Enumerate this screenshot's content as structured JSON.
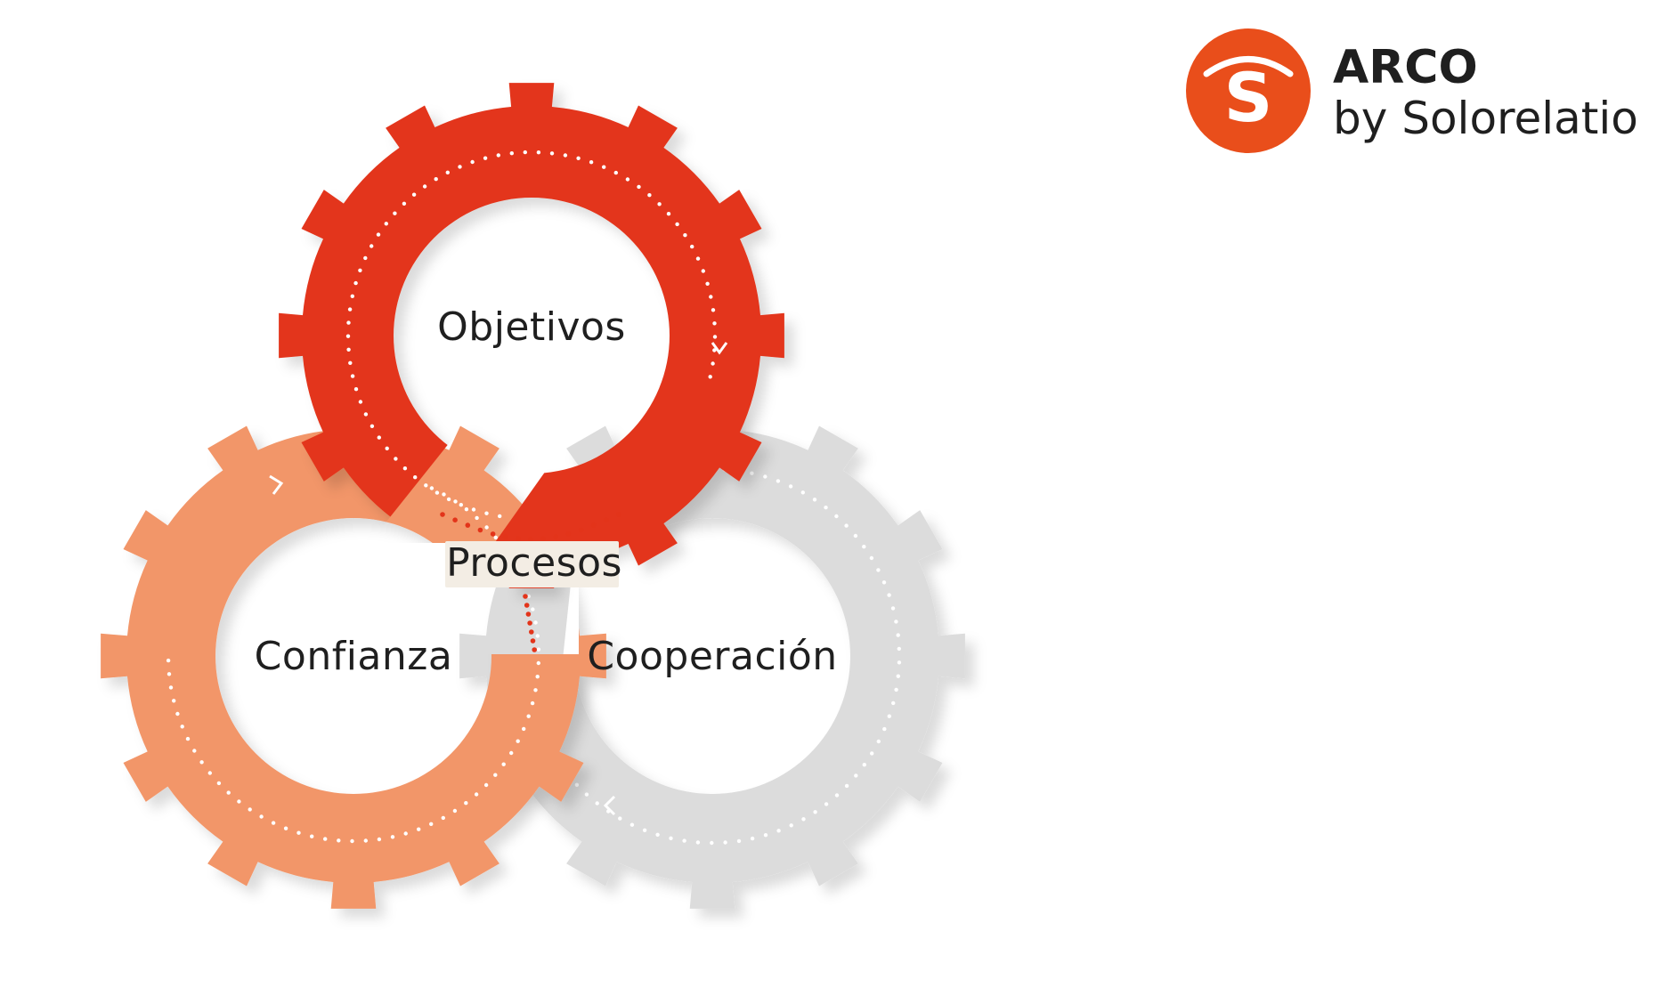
{
  "brand": {
    "title": "ARCO",
    "subtitle": "by Solorelatio",
    "logo_letter": "S",
    "logo_color": "#e94e1b"
  },
  "diagram": {
    "center_label": "Procesos",
    "gears": [
      {
        "name": "objetivos",
        "label": "Objetivos",
        "color": "#e3341a"
      },
      {
        "name": "confianza",
        "label": "Confianza",
        "color": "#f29669"
      },
      {
        "name": "cooperacion",
        "label": "Cooperación",
        "color": "#dcdcdc"
      }
    ],
    "colors": {
      "connector_dots": "#e3341a",
      "center_label_bg": "#f3ede4",
      "inner_dots": "#ffffff"
    }
  }
}
